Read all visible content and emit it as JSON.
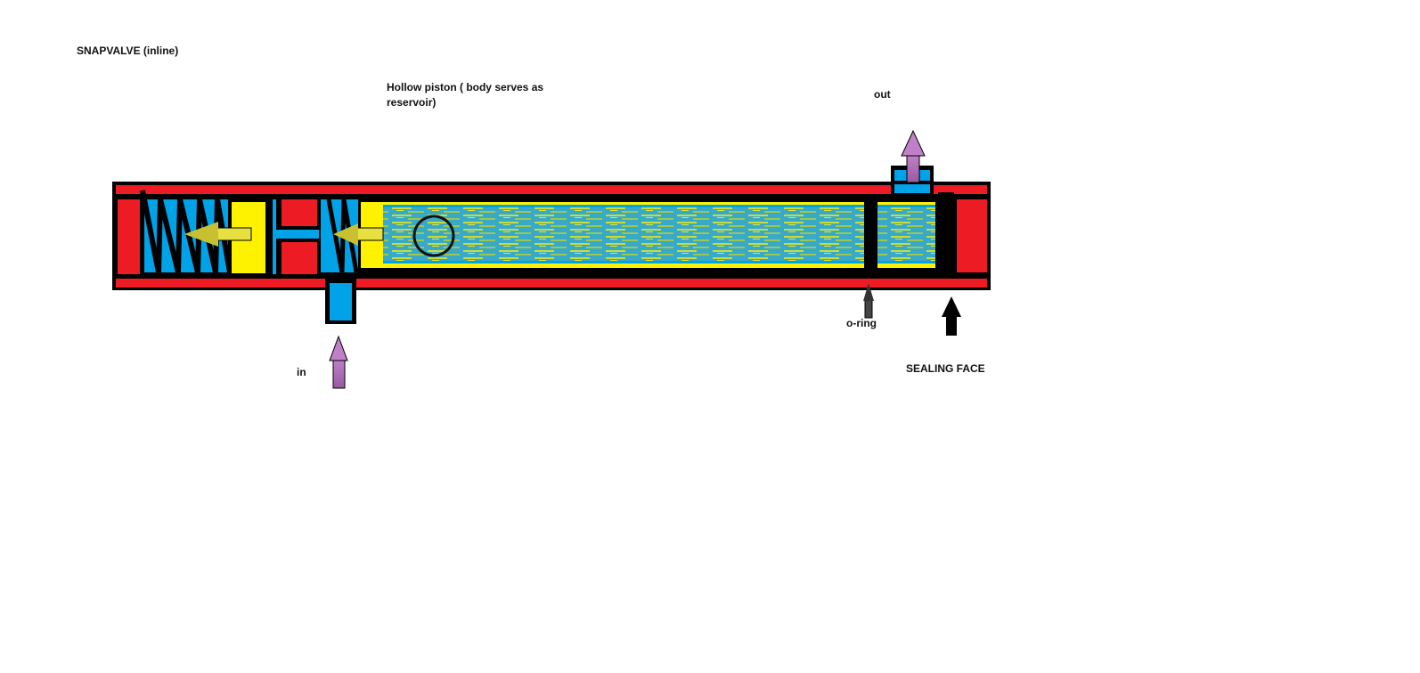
{
  "title": "SNAPVALVE (inline)",
  "labels": {
    "piston_line1": "Hollow piston ( body serves as",
    "piston_line2": "reservoir)",
    "out": "out",
    "in": "in",
    "oring": "o-ring",
    "sealing_face": "SEALING FACE"
  },
  "colors": {
    "body": "#ed1c24",
    "fluid": "#00a2e8",
    "piston": "#fff200",
    "flow_arrow": "#b87ab8",
    "outline": "#000000"
  }
}
